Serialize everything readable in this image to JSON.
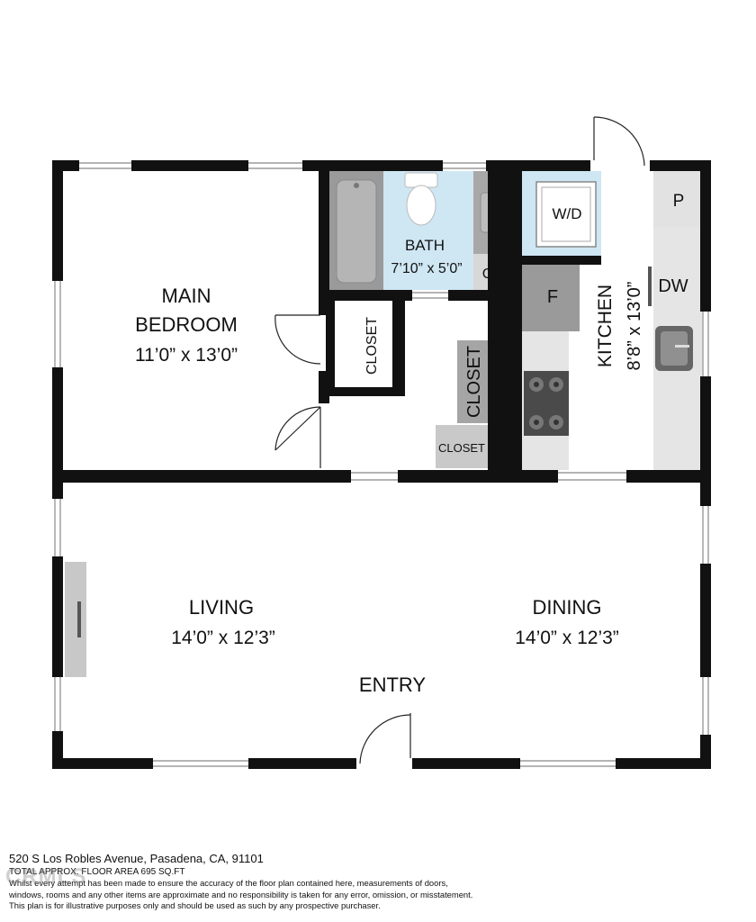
{
  "rooms": {
    "main_bedroom": {
      "name_line1": "MAIN",
      "name_line2": "BEDROOM",
      "size": "11’0” x 13’0”"
    },
    "bath": {
      "name": "BATH",
      "size": "7’10” x 5’0”"
    },
    "kitchen": {
      "name": "KITCHEN",
      "size": "8’8” x 13’0”"
    },
    "living": {
      "name": "LIVING",
      "size": "14’0” x 12’3”"
    },
    "dining": {
      "name": "DINING",
      "size": "14’0” x 12’3”"
    },
    "entry": {
      "name": "ENTRY"
    }
  },
  "fixtures": {
    "closet_1": "CLOSET",
    "closet_2": "CLOSET",
    "closet_3": "CLOSET",
    "cl": "CL",
    "washer_dryer": "W/D",
    "pantry": "P",
    "dishwasher": "DW",
    "fridge": "F"
  },
  "footer": {
    "address": "520 S Los Robles Avenue, Pasadena, CA, 91101",
    "area": "TOTAL APPROX. FLOOR AREA 695 SQ.FT",
    "disclaimer_1": "Whilst every attempt has been made to ensure the accuracy of the floor plan contained here, measurements of doors,",
    "disclaimer_2": "windows, rooms and any other items are approximate and no responsibility is taken for any error, omission, or misstatement.",
    "disclaimer_3": "This plan is for illustrative purposes only and should be used as such by any prospective purchaser."
  },
  "watermark": "CRMLS"
}
